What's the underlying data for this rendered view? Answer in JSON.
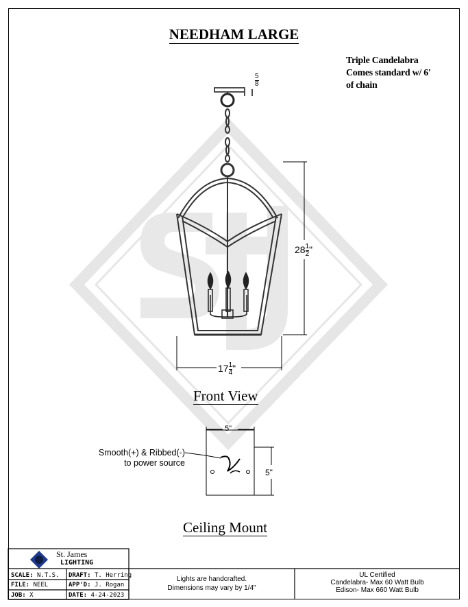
{
  "title": "NEEDHAM LARGE",
  "notes": [
    "Triple Candelabra",
    "Comes standard w/ 6'",
    "of chain"
  ],
  "dims": {
    "top_num": "5",
    "top_den": "8",
    "height_whole": "28",
    "height_num": "1",
    "height_den": "2",
    "width_whole": "17",
    "width_num": "1",
    "width_den": "4",
    "inch": "\""
  },
  "front_view_label": "Front View",
  "ceiling_mount": {
    "width": "5\"",
    "height": "5\"",
    "wire_note_1": "Smooth(+) & Ribbed(-)",
    "wire_note_2": "to power source"
  },
  "ceiling_mount_label": "Ceiling Mount",
  "title_block": {
    "company_1": "St. James",
    "company_2": "LIGHTING",
    "scale_label": "SCALE:",
    "scale_value": "N.T.S.",
    "draft_label": "DRAFT:",
    "draft_value": "T. Herring",
    "file_label": "FILE:",
    "file_value": "NEEL",
    "appd_label": "APP'D:",
    "appd_value": "J. Rogan",
    "job_label": "JOB:",
    "job_value": "X",
    "date_label": "DATE:",
    "date_value": "4-24-2023",
    "handcrafted_1": "Lights are handcrafted.",
    "handcrafted_2": "Dimensions may vary by 1/4\"",
    "ul_1": "UL Certified",
    "ul_2": "Candelabra- Max 60 Watt Bulb",
    "ul_3": "Edison- Max 660 Watt Bulb"
  }
}
